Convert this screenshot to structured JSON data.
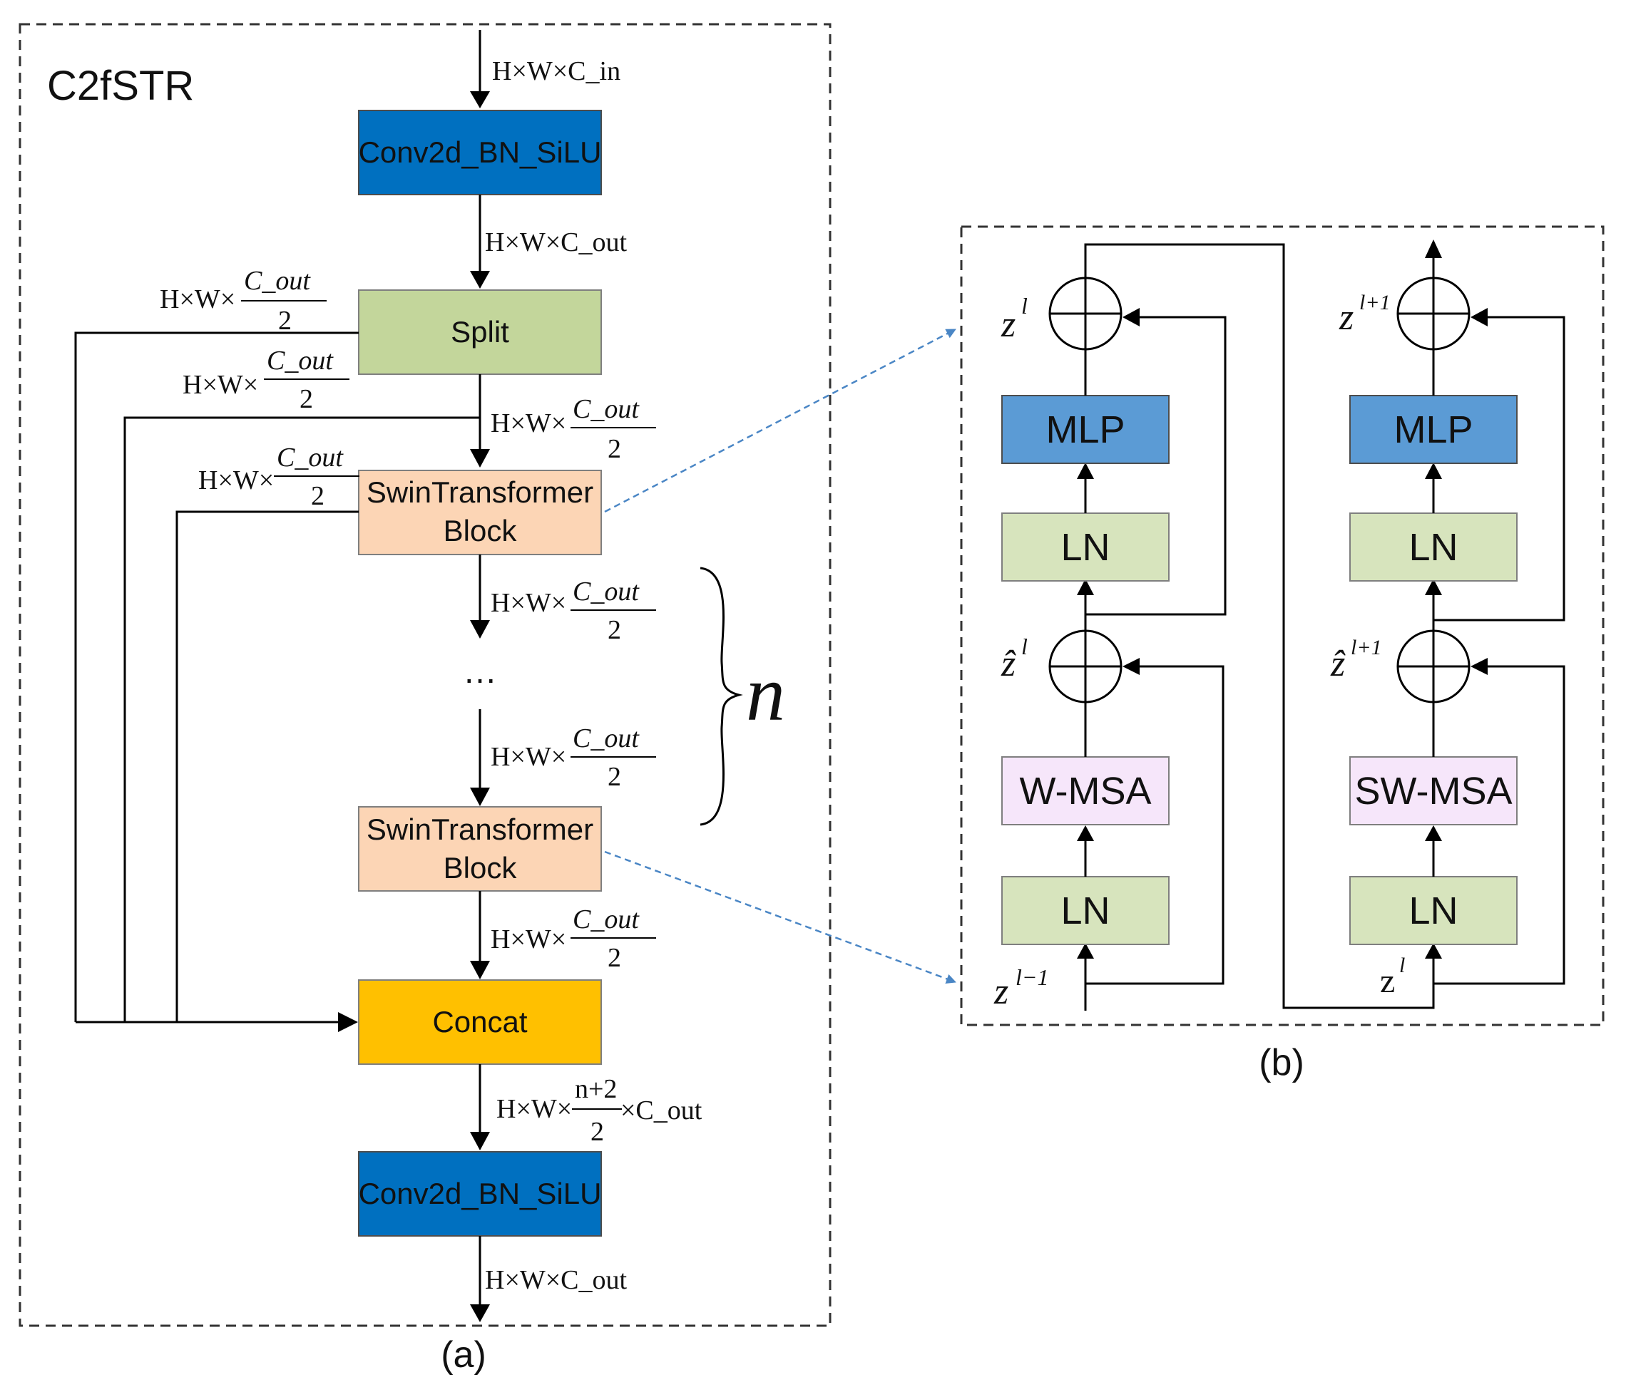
{
  "panel_a": {
    "title": "C2fSTR",
    "caption": "(a)",
    "blocks": {
      "conv_top": "Conv2d_BN_SiLU",
      "split": "Split",
      "swin1_line1": "SwinTransformer",
      "swin1_line2": "Block",
      "ellipsis": "…",
      "swin2_line1": "SwinTransformer",
      "swin2_line2": "Block",
      "concat": "Concat",
      "conv_bottom": "Conv2d_BN_SiLU"
    },
    "labels": {
      "input": "H×W×C_in",
      "after_conv": "H×W×C_out",
      "prefix": "H×W×",
      "frac_num": "C_out",
      "frac_den": "2",
      "concat_num": "n+2",
      "concat_den": "2",
      "concat_suffix": "×C_out",
      "output": "H×W×C_out"
    },
    "repeat_symbol": "n"
  },
  "panel_b": {
    "caption": "(b)",
    "left": {
      "mlp": "MLP",
      "ln_top": "LN",
      "msa": "W-MSA",
      "ln_bottom": "LN",
      "z_out": "z",
      "z_out_sup": "l",
      "z_hat": "ẑ",
      "z_hat_sup": "l",
      "z_in": "z",
      "z_in_sup": "l−1"
    },
    "right": {
      "mlp": "MLP",
      "ln_top": "LN",
      "msa": "SW-MSA",
      "ln_bottom": "LN",
      "z_out": "z",
      "z_out_sup": "l+1",
      "z_hat": "ẑ",
      "z_hat_sup": "l+1",
      "z_in": "z",
      "z_in_sup": "l"
    }
  },
  "colors": {
    "conv": "#0070c0",
    "split": "#c3d69b",
    "swin": "#fcd5b5",
    "concat": "#ffc000",
    "mlp": "#5b9bd5",
    "ln": "#d7e4bd",
    "msa": "#f6e6fa",
    "link": "#4a86c5"
  }
}
